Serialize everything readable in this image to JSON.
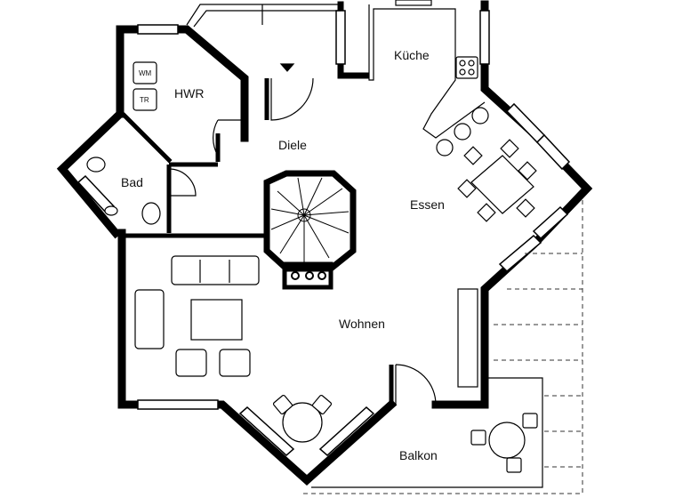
{
  "rooms": {
    "kueche": "Küche",
    "hwr": "HWR",
    "diele": "Diele",
    "bad": "Bad",
    "essen": "Essen",
    "wohnen": "Wohnen",
    "balkon": "Balkon"
  },
  "appliances": {
    "washer": "WM",
    "dryer": "TR"
  },
  "colors": {
    "wall": "#000000",
    "line": "#1a1a1a",
    "background": "#ffffff"
  }
}
